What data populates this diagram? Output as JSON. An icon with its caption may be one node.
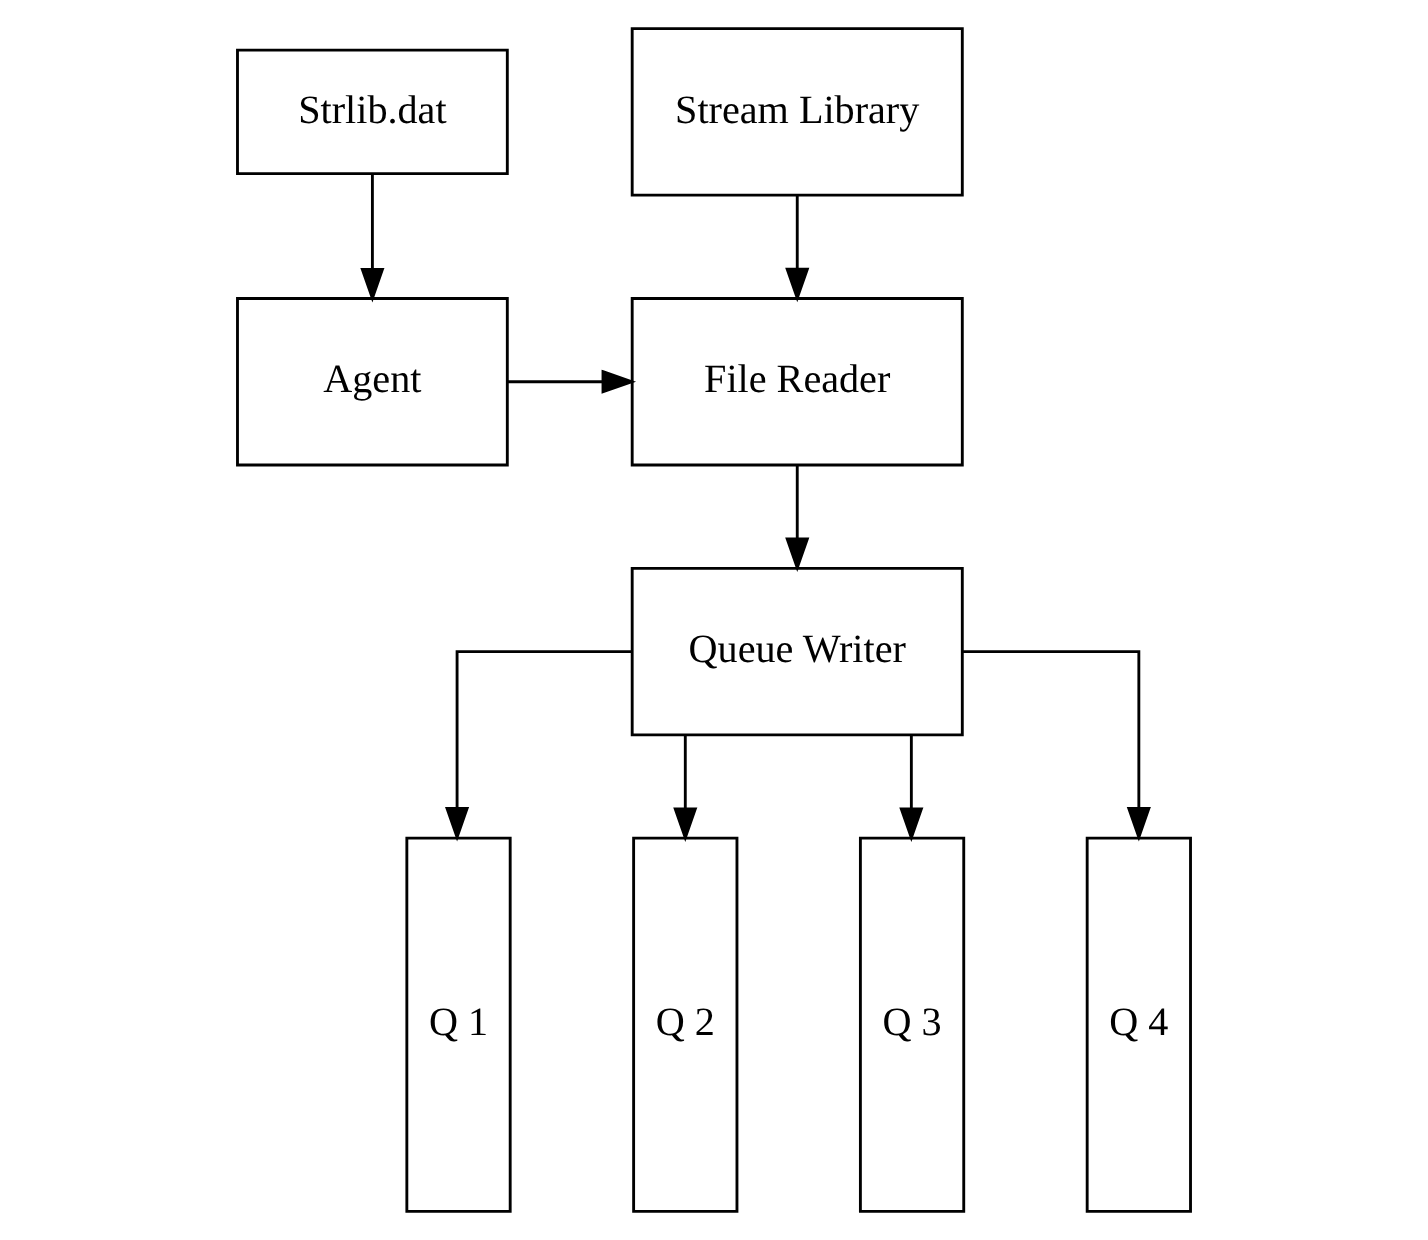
{
  "diagram": {
    "nodes": [
      {
        "text": [
          "Strlib.dat"
        ]
      },
      {
        "text": [
          "Stream Library"
        ]
      },
      {
        "text": [
          "Agent"
        ]
      },
      {
        "text": [
          "File Reader"
        ]
      },
      {
        "text": [
          "Queue Writer"
        ]
      },
      {
        "text": [
          "Q 1"
        ]
      },
      {
        "text": [
          "Q 2"
        ]
      },
      {
        "text": [
          "Q 3"
        ]
      },
      {
        "text": [
          "Q 4"
        ]
      }
    ],
    "edges": [
      {
        "from": 0,
        "to": 2,
        "arrow": "to"
      },
      {
        "from": 1,
        "to": 3,
        "arrow": "to"
      },
      {
        "from": 2,
        "to": 3,
        "arrow": "to"
      },
      {
        "from": 3,
        "to": 4,
        "arrow": "to"
      },
      {
        "from": 4,
        "to": 5,
        "arrow": "to"
      },
      {
        "from": 4,
        "to": 6,
        "arrow": "to"
      },
      {
        "from": 4,
        "to": 7,
        "arrow": "to"
      },
      {
        "from": 4,
        "to": 8,
        "arrow": "to"
      }
    ]
  }
}
